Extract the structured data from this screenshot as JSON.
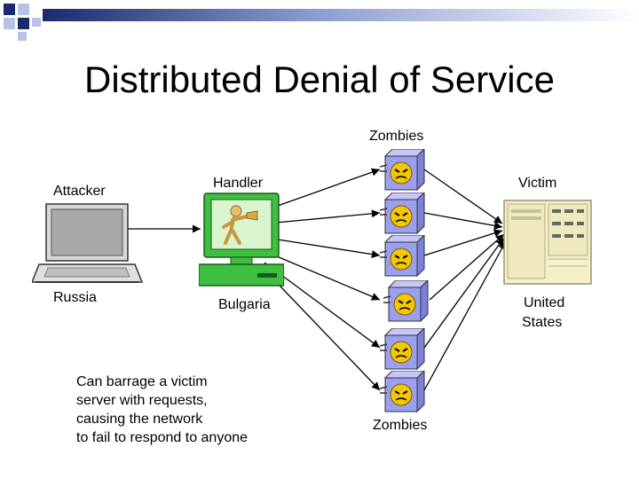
{
  "title": "Distributed Denial of Service",
  "labels": {
    "zombies_top": "Zombies",
    "zombies_bottom": "Zombies",
    "attacker": "Attacker",
    "handler": "Handler",
    "victim": "Victim",
    "attacker_location": "Russia",
    "handler_location": "Bulgaria",
    "victim_location_line1": "United",
    "victim_location_line2": "States"
  },
  "note": {
    "lines": [
      "Can barrage a victim",
      "server with requests,",
      "causing the network",
      "to fail to respond to anyone"
    ]
  },
  "colors": {
    "accent_dark": "#1a2a6c",
    "accent_mid": "#8a9bd0",
    "zombie_box": "#9b9ff0",
    "zombie_face": "#f2c800",
    "monitor_green": "#3fbf3f",
    "server_beige": "#f5f0c8"
  },
  "icons": {
    "laptop": "laptop-icon",
    "computer": "desktop-computer-icon",
    "zombie": "zombie-computer-icon",
    "server": "server-icon"
  }
}
